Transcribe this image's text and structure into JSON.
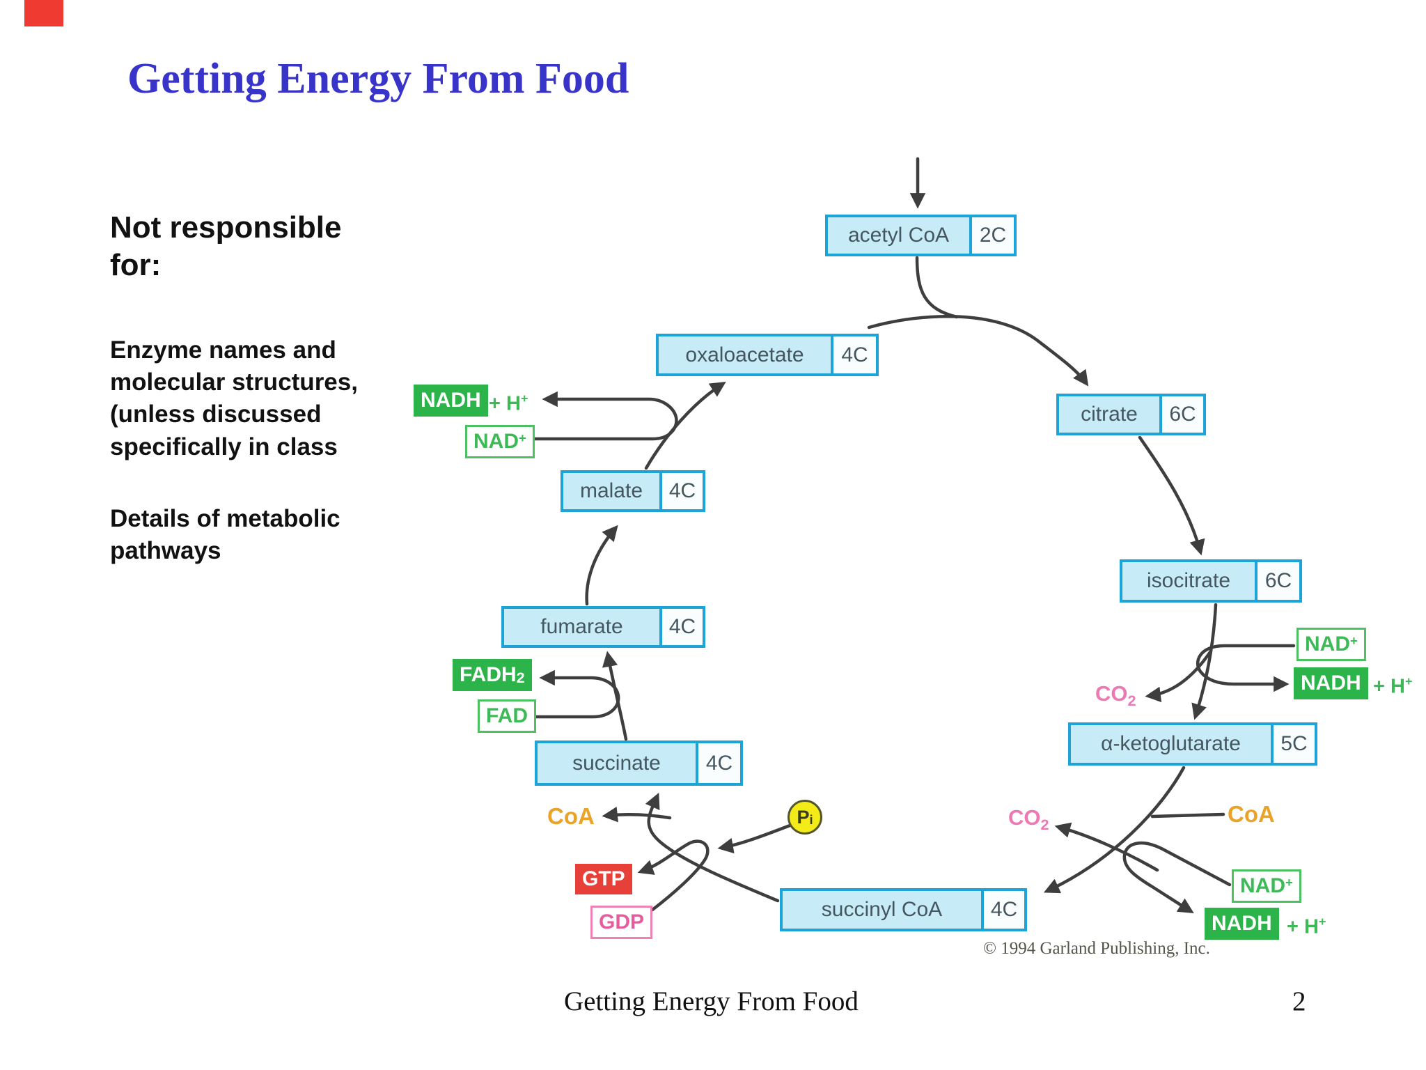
{
  "title": "Getting Energy From Food",
  "notes": {
    "heading": "Not responsible for:",
    "para1": "Enzyme names and molecular structures, (unless discussed specifically in class",
    "para2": "Details of metabolic pathways"
  },
  "cycle": {
    "metabolites": [
      {
        "label": "acetyl CoA",
        "carbons": "2C"
      },
      {
        "label": "oxaloacetate",
        "carbons": "4C"
      },
      {
        "label": "citrate",
        "carbons": "6C"
      },
      {
        "label": "isocitrate",
        "carbons": "6C"
      },
      {
        "label": "α-ketoglutarate",
        "carbons": "5C"
      },
      {
        "label": "succinyl CoA",
        "carbons": "4C"
      },
      {
        "label": "succinate",
        "carbons": "4C"
      },
      {
        "label": "fumarate",
        "carbons": "4C"
      },
      {
        "label": "malate",
        "carbons": "4C"
      }
    ],
    "cofactors": {
      "nadh": "NADH",
      "nad": "NAD",
      "nad_sup": "+",
      "plus_h": "+ H",
      "h_sup": "+",
      "fadh": "FADH",
      "fadh_sub": "2",
      "fad": "FAD",
      "gtp": "GTP",
      "gdp": "GDP",
      "pi": "P",
      "pi_sub": "i",
      "co2": "CO",
      "co2_sub": "2",
      "coa": "CoA"
    }
  },
  "credit": "© 1994 Garland Publishing, Inc.",
  "footer": {
    "text": "Getting Energy From Food",
    "page": "2"
  },
  "colors": {
    "title_blue": "#3834c9",
    "box_border": "#1ca4d8",
    "box_fill": "#c8ecf7",
    "cofactor_green": "#2cb34a",
    "gtp_red": "#e74038",
    "gdp_pink": "#e85c9f",
    "pi_yellow": "#f3ec18",
    "co2_pink": "#ec79b3",
    "coa_orange": "#eaa329",
    "arrow_gray": "#3e3e3e",
    "corner_mark_red": "#ee3a31"
  }
}
